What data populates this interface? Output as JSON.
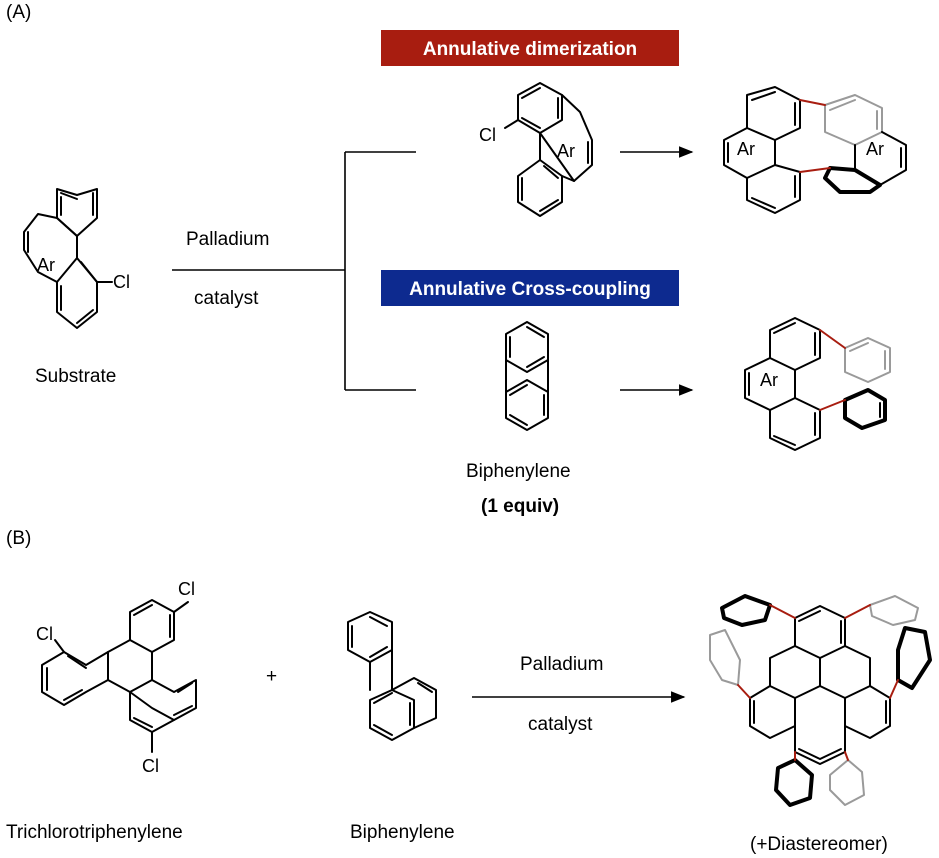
{
  "panel_a": {
    "label": "(A)",
    "substrate_label": "Substrate",
    "substrate_atoms": {
      "ar": "Ar",
      "cl": "Cl"
    },
    "conditions": {
      "line1": "Palladium",
      "line2": "catalyst"
    },
    "dimerization": {
      "banner": "Annulative dimerization",
      "banner_color": "#a81d10",
      "reagent_atoms": {
        "cl": "Cl",
        "ar": "Ar"
      },
      "product_atoms": {
        "ar1": "Ar",
        "ar2": "Ar"
      }
    },
    "cross_coupling": {
      "banner": "Annulative Cross-coupling",
      "banner_color": "#0d2a8f",
      "reagent_label": "Biphenylene",
      "reagent_equiv": "(1 equiv)",
      "product_atoms": {
        "ar": "Ar"
      }
    }
  },
  "panel_b": {
    "label": "(B)",
    "substrate_label": "Trichlorotriphenylene",
    "substrate_atoms": {
      "cl1": "Cl",
      "cl2": "Cl",
      "cl3": "Cl"
    },
    "plus": "+",
    "reagent_label": "Biphenylene",
    "conditions": {
      "line1": "Palladium",
      "line2": "catalyst"
    },
    "product_note": "(+Diastereomer)"
  },
  "colors": {
    "new_bond": "#a81d10",
    "back_ring": "#9a9a9a",
    "front_ring": "#000000"
  }
}
